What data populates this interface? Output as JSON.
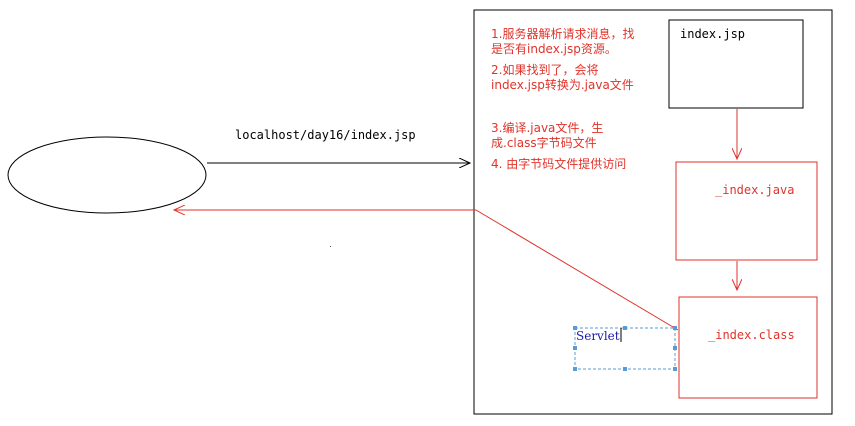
{
  "diagram": {
    "request_label": "localhost/day16/index.jsp",
    "notes": [
      {
        "line1": "1.服务器解析请求消息，找",
        "line2": "是否有index.jsp资源。"
      },
      {
        "line1": "2.如果找到了，会将",
        "line2": "index.jsp转换为.java文件"
      },
      {
        "line1": "3.编译.java文件，生",
        "line2": "成.class字节码文件"
      },
      {
        "line1": "4. 由字节码文件提供访问",
        "line2": ""
      }
    ],
    "boxes": {
      "jsp": "index.jsp",
      "java": "_index.java",
      "class": "_index.class",
      "servlet": "Servlet"
    },
    "colors": {
      "accent": "#e0332a",
      "black": "#000000",
      "selection": "#5b9bd5",
      "servlet_text": "#1a1aa6"
    }
  }
}
